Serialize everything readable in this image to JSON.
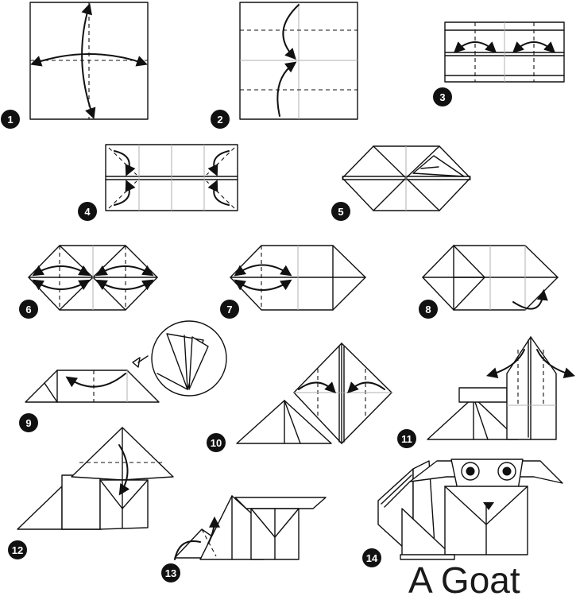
{
  "title": "A Goat",
  "steps": [
    "1",
    "2",
    "3",
    "4",
    "5",
    "6",
    "7",
    "8",
    "9",
    "10",
    "11",
    "12",
    "13",
    "14"
  ],
  "colors": {
    "ink": "#111111",
    "paper": "#ffffff",
    "crease": "#b0b0b0"
  }
}
